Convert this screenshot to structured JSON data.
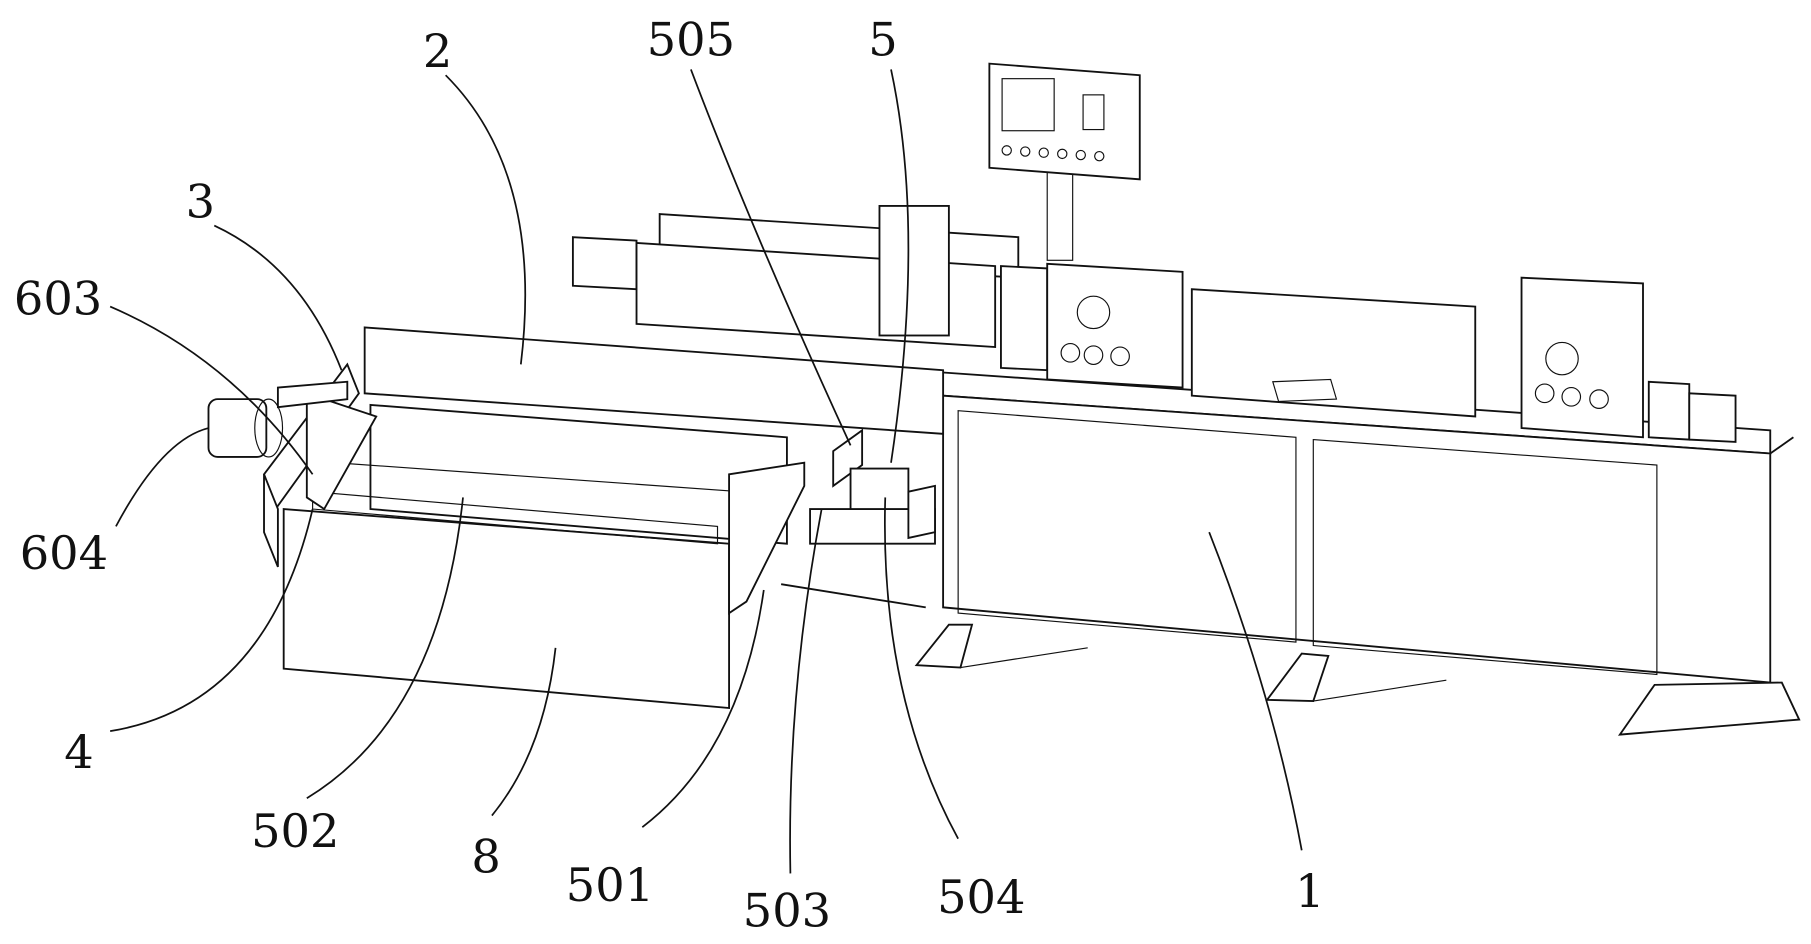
{
  "figure": {
    "labels": {
      "l505": "505",
      "l5": "5",
      "l2": "2",
      "l3": "3",
      "l603": "603",
      "l604": "604",
      "l4": "4",
      "l502": "502",
      "l8": "8",
      "l501": "501",
      "l503": "503",
      "l504": "504",
      "l1": "1"
    }
  }
}
